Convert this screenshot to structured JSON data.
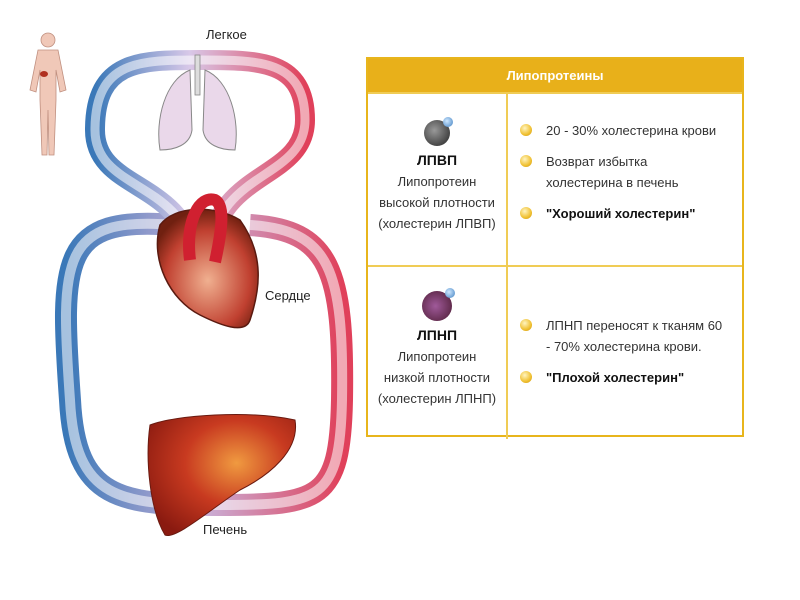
{
  "diagram": {
    "labels": {
      "lung": "Легкое",
      "heart": "Сердце",
      "liver": "Печень"
    }
  },
  "table": {
    "title": "Липопротеины",
    "rows": [
      {
        "abbr": "ЛПВП",
        "desc": [
          "Липопротеин",
          "высокой плотности",
          "(холестерин ЛПВП)"
        ],
        "items": [
          "20 - 30% холестерина крови",
          "Возврат избытка холестерина в печень",
          "\"Хороший холестерин\""
        ],
        "particle_color": "#333333"
      },
      {
        "abbr": "ЛПНП",
        "desc": [
          "Липопротеин",
          "низкой плотности",
          "(холестерин ЛПНП)"
        ],
        "items": [
          "ЛПНП переносят к тканям 60 - 70% холестерина крови.",
          "\"Плохой холестерин\""
        ],
        "particle_color": "#6a2a4a"
      }
    ]
  },
  "colors": {
    "accent": "#e8b01a",
    "artery": "#e0405a",
    "vein": "#3a78b8"
  }
}
